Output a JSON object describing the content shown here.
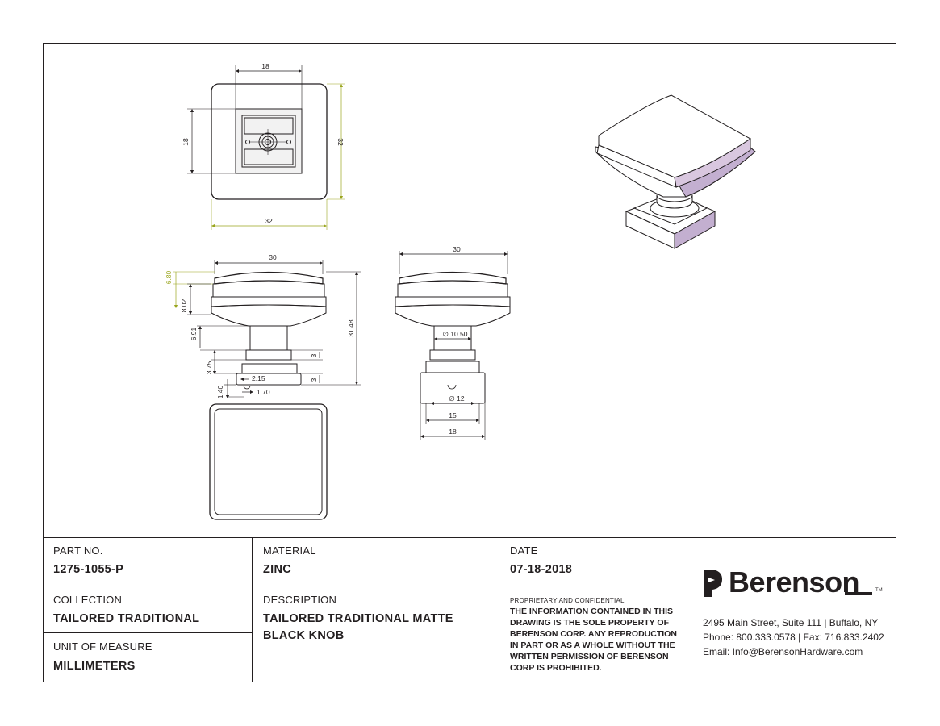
{
  "dimensions": {
    "top_width": "18",
    "top_height": "18",
    "outer_width": "32",
    "outer_height": "32",
    "side_width": "30",
    "front_width": "30",
    "d_680": "6.80",
    "d_802": "8.02",
    "d_691": "6.91",
    "d_375": "3.75",
    "d_140": "1.40",
    "d_215": "2.15",
    "d_170": "1.70",
    "d_3a": "3",
    "d_3b": "3",
    "total_height": "31.48",
    "neck_dia": "∅ 10.50",
    "base_dia": "∅ 12",
    "base_15": "15",
    "base_18": "18"
  },
  "titleblock": {
    "part_label": "PART NO.",
    "part_value": "1275-1055-P",
    "collection_label": "COLLECTION",
    "collection_value": "TAILORED TRADITIONAL",
    "uom_label": "UNIT OF MEASURE",
    "uom_value": "MILLIMETERS",
    "material_label": "MATERIAL",
    "material_value": "ZINC",
    "description_label": "DESCRIPTION",
    "description_line1": "TAILORED TRADITIONAL MATTE",
    "description_line2": "BLACK KNOB",
    "date_label": "DATE",
    "date_value": "07-18-2018",
    "conf_heading": "PROPRIETARY AND CONFIDENTIAL",
    "conf_text": "THE INFORMATION CONTAINED IN THIS DRAWING IS THE SOLE PROPERTY OF BERENSON CORP. ANY REPRODUCTION IN PART OR AS A WHOLE WITHOUT THE WRITTEN PERMISSION OF BERENSON CORP IS PROHIBITED."
  },
  "company": {
    "name": "Berenson",
    "tm": "TM",
    "address": "2495 Main Street, Suite 111 | Buffalo, NY",
    "phone": "Phone: 800.333.0578 | Fax: 716.833.2402",
    "email": "Email: Info@BerensonHardware.com"
  },
  "colors": {
    "line": "#231f20",
    "dimension_accent": "#9aa51e",
    "render_face": "#d9c7df",
    "render_shade": "#c3afd0"
  },
  "icons": [
    "berenson-logo-icon"
  ]
}
